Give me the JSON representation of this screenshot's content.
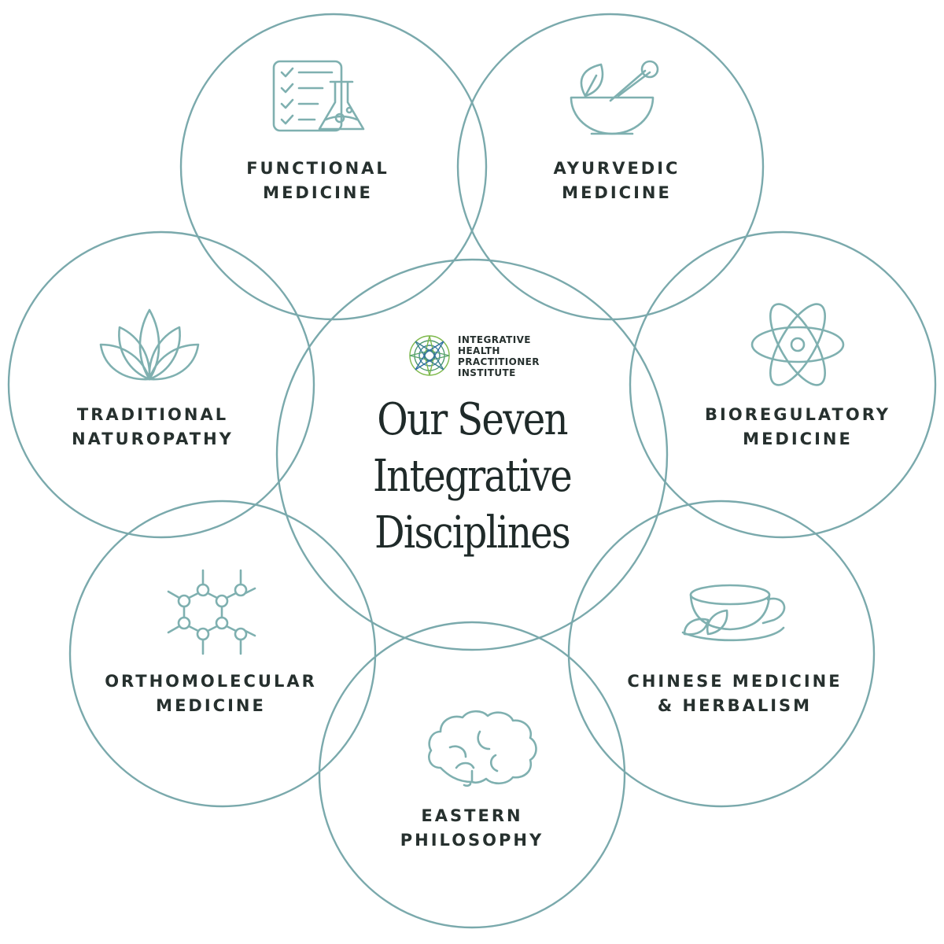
{
  "colors": {
    "circle_stroke": "#7aa9ac",
    "icon_stroke": "#7fb0b0",
    "text": "#26302e",
    "logo_green": "#7db84a",
    "logo_blue": "#2e6fa3"
  },
  "logo": {
    "icon": "spiral-flower-logo-icon",
    "lines": [
      "INTEGRATIVE",
      "HEALTH",
      "PRACTITIONER",
      "INSTITUTE"
    ]
  },
  "title": {
    "lines": [
      "Our Seven",
      "Integrative",
      "Disciplines"
    ]
  },
  "disciplines": [
    {
      "key": "functional",
      "icon": "lab-checklist-flask-icon",
      "lines": [
        "FUNCTIONAL",
        "MEDICINE"
      ]
    },
    {
      "key": "ayurvedic",
      "icon": "mortar-pestle-leaf-icon",
      "lines": [
        "AYURVEDIC",
        "MEDICINE"
      ]
    },
    {
      "key": "naturopathy",
      "icon": "lotus-icon",
      "lines": [
        "TRADITIONAL",
        "NATUROPATHY"
      ]
    },
    {
      "key": "bioregulatory",
      "icon": "atom-icon",
      "lines": [
        "BIOREGULATORY",
        "MEDICINE"
      ]
    },
    {
      "key": "orthomolecular",
      "icon": "molecule-icon",
      "lines": [
        "ORTHOMOLECULAR",
        "MEDICINE"
      ]
    },
    {
      "key": "chinese",
      "icon": "teacup-leaf-icon",
      "lines": [
        "CHINESE MEDICINE",
        "& HERBALISM"
      ]
    },
    {
      "key": "eastern",
      "icon": "brain-icon",
      "lines": [
        "EASTERN",
        "PHILOSOPHY"
      ]
    }
  ]
}
